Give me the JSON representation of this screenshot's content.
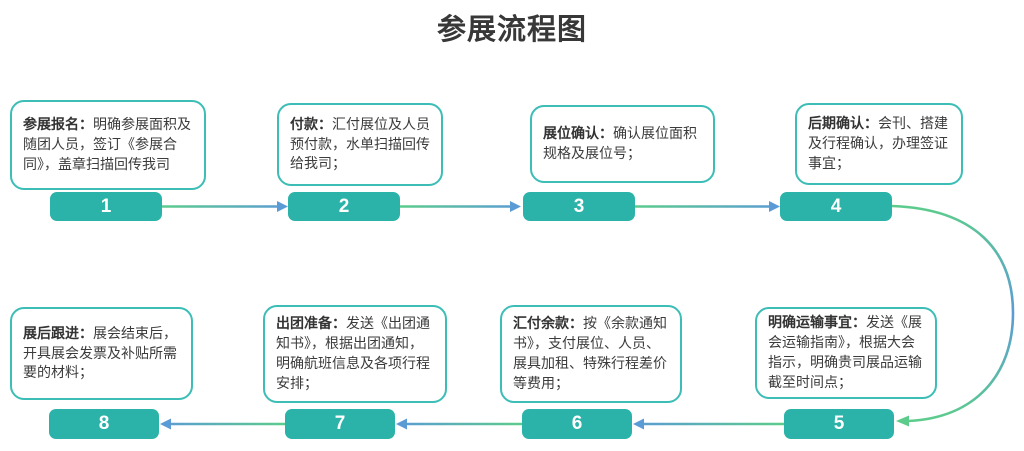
{
  "title": "参展流程图",
  "colors": {
    "bar_teal": "#2BB3A9",
    "box_border_teal": "#3CBDB6",
    "connector_green": "#5CCC8C",
    "connector_blue": "#5B9BD5",
    "text_dark": "#3B3B3B",
    "number_text": "#FFFFFF",
    "title_text": "#383838"
  },
  "steps": [
    {
      "number": "1",
      "label": "参展报名：",
      "description": "明确参展面积及随团人员，签订《参展合同》，盖章扫描回传我司"
    },
    {
      "number": "2",
      "label": "付款：",
      "description": "汇付展位及人员预付款，水单扫描回传给我司；"
    },
    {
      "number": "3",
      "label": "展位确认：",
      "description": "确认展位面积规格及展位号；"
    },
    {
      "number": "4",
      "label": "后期确认：",
      "description": "会刊、搭建及行程确认，办理签证事宜；"
    },
    {
      "number": "5",
      "label": "明确运输事宜：",
      "description": "发送《展会运输指南》，根据大会指示，明确贵司展品运输截至时间点；"
    },
    {
      "number": "6",
      "label": "汇付余款：",
      "description": "按《余款通知书》，支付展位、人员、展具加租、特殊行程差价等费用；"
    },
    {
      "number": "7",
      "label": "出团准备：",
      "description": "发送《出团通知书》，根据出团通知，明确航班信息及各项行程安排；"
    },
    {
      "number": "8",
      "label": "展后跟进：",
      "description": "展会结束后，开具展会发票及补贴所需要的材料；"
    }
  ]
}
